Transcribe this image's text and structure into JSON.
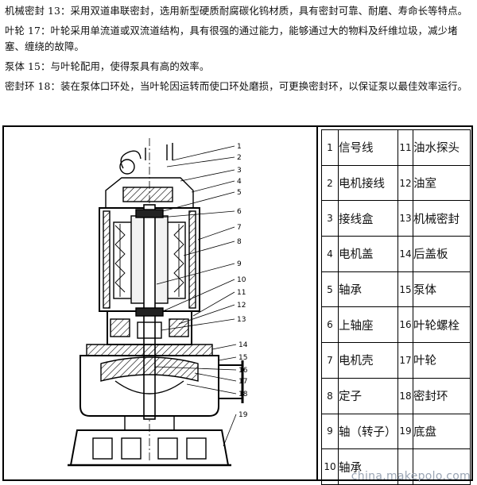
{
  "paragraphs": [
    "机械密封 13：采用双道串联密封，选用新型硬质耐腐碳化钨材质，具有密封可靠、耐磨、寿命长等特点。",
    "叶轮 17：叶轮采用单流道或双流道结构，具有很强的通过能力，能够通过大的物料及纤维垃圾，减少堵塞、缠绕的故障。",
    "泵体 15：与叶轮配用，使得泵具有高的效率。",
    "密封环 18：装在泵体口环处，当叶轮因运转而使口环处磨损，可更换密封环，以保证泵以最佳效率运行。"
  ],
  "parts_table": [
    {
      "num": "1",
      "name": "信号线",
      "num2": "11",
      "name2": "油水探头"
    },
    {
      "num": "2",
      "name": "电机接线",
      "num2": "12",
      "name2": "油室"
    },
    {
      "num": "3",
      "name": "接线盒",
      "num2": "13",
      "name2": "机械密封"
    },
    {
      "num": "4",
      "name": "电机盖",
      "num2": "14",
      "name2": "后盖板"
    },
    {
      "num": "5",
      "name": "轴承",
      "num2": "15",
      "name2": "泵体"
    },
    {
      "num": "6",
      "name": "上轴座",
      "num2": "16",
      "name2": "叶轮螺栓"
    },
    {
      "num": "7",
      "name": "电机壳",
      "num2": "17",
      "name2": "叶轮"
    },
    {
      "num": "8",
      "name": "定子",
      "num2": "18",
      "name2": "密封环"
    },
    {
      "num": "9",
      "name": "轴（转子）",
      "num2": "19",
      "name2": "底盘"
    },
    {
      "num": "10",
      "name": "轴承",
      "num2": "",
      "name2": ""
    }
  ],
  "diagram": {
    "callouts": [
      "1",
      "2",
      "3",
      "4",
      "5",
      "6",
      "7",
      "8",
      "9",
      "10",
      "11",
      "12",
      "13",
      "14",
      "15",
      "16",
      "17",
      "18",
      "19"
    ]
  },
  "watermark": "china.makepolo.com"
}
